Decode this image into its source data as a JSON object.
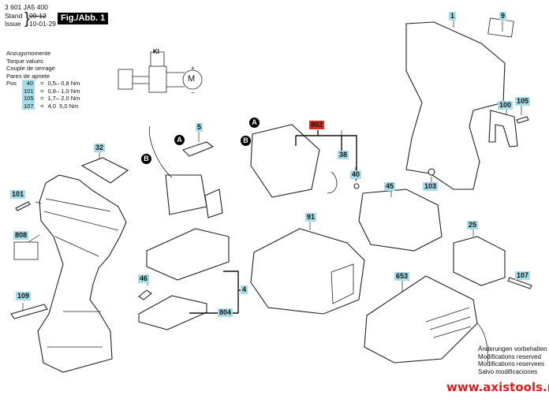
{
  "header": {
    "part_number": "3 601 JA5 400",
    "stand_label": "Stand",
    "stand_value": "09-12",
    "issue_label": "Issue",
    "issue_value": "10-01-29",
    "figure_label": "Fig./Abb. 1"
  },
  "torque": {
    "titles": [
      "Anzugsmomente",
      "Torque values",
      "Couple de serrage",
      "Pares de apriete"
    ],
    "pos_label": "Pos",
    "rows": [
      {
        "pos": "40",
        "eq": "=",
        "min": "0,5",
        "max": "0,8 Nm"
      },
      {
        "pos": "101",
        "eq": "=",
        "min": "0,8",
        "max": "1,0 Nm"
      },
      {
        "pos": "105",
        "eq": "=",
        "min": "1,7",
        "max": "2,0 Nm"
      },
      {
        "pos": "107",
        "eq": "=",
        "min": "4,0",
        "max": "5,0 Nm"
      }
    ]
  },
  "schematic": {
    "switch_symbol": "Kl",
    "motor_label": "M",
    "plus": "+",
    "minus": "−"
  },
  "connectors": {
    "a": "A",
    "b": "B"
  },
  "callouts": {
    "p1": "1",
    "p9": "9",
    "p100": "100",
    "p105": "105",
    "p103": "103",
    "p802": "802",
    "p38": "38",
    "p40": "40",
    "p45": "45",
    "p25": "25",
    "p107": "107",
    "p5": "5",
    "p32": "32",
    "p101": "101",
    "p808": "808",
    "p109": "109",
    "p46": "46",
    "p4": "4",
    "p804": "804",
    "p91": "91",
    "p653": "653"
  },
  "colors": {
    "callout_bg": "#a6dde8",
    "highlight_callout_bg": "#d9311f",
    "url_color": "#e21b1b"
  },
  "notes": [
    "Änderungen vorbehalten",
    "Modifications reserved",
    "Modifications reservees",
    "Salvo modificaciones"
  ],
  "website": "www.axistools.ru"
}
